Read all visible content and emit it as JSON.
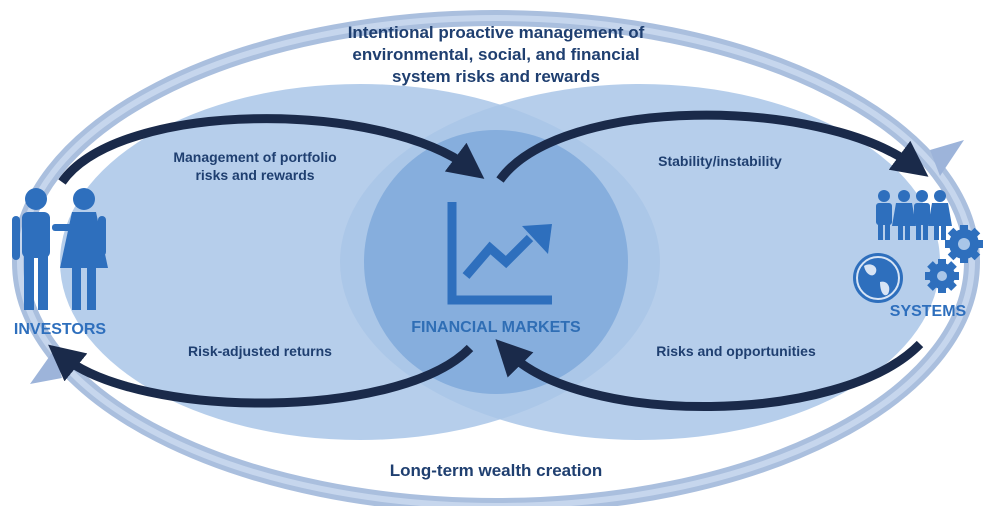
{
  "top_caption": [
    "Intentional proactive management of",
    "environmental, social, and financial",
    "system risks and rewards"
  ],
  "bottom_caption": "Long-term wealth creation",
  "nodes": {
    "investors": "INVESTORS",
    "financial_markets": "FINANCIAL MARKETS",
    "systems": "SYSTEMS"
  },
  "flows": {
    "investors_to_markets": [
      "Management of portfolio",
      "risks and rewards"
    ],
    "markets_to_systems": "Stability/instability",
    "markets_to_investors": "Risk-adjusted returns",
    "systems_to_markets": "Risks and opportunities"
  },
  "icons": {
    "investors": "people-pair-icon",
    "markets": "growth-chart-icon",
    "systems_people": "group-of-people-icon",
    "systems_globe": "globe-icon",
    "systems_gears": "gear-icon"
  },
  "colors": {
    "text": "#1f3f70",
    "node_text": "#2e6fbd",
    "ellipse_fill": "#a9c6e8",
    "center_fill": "#7fa9da",
    "dark_arrow": "#1a2a4a",
    "outer_arrow": "#8ea9d3"
  }
}
